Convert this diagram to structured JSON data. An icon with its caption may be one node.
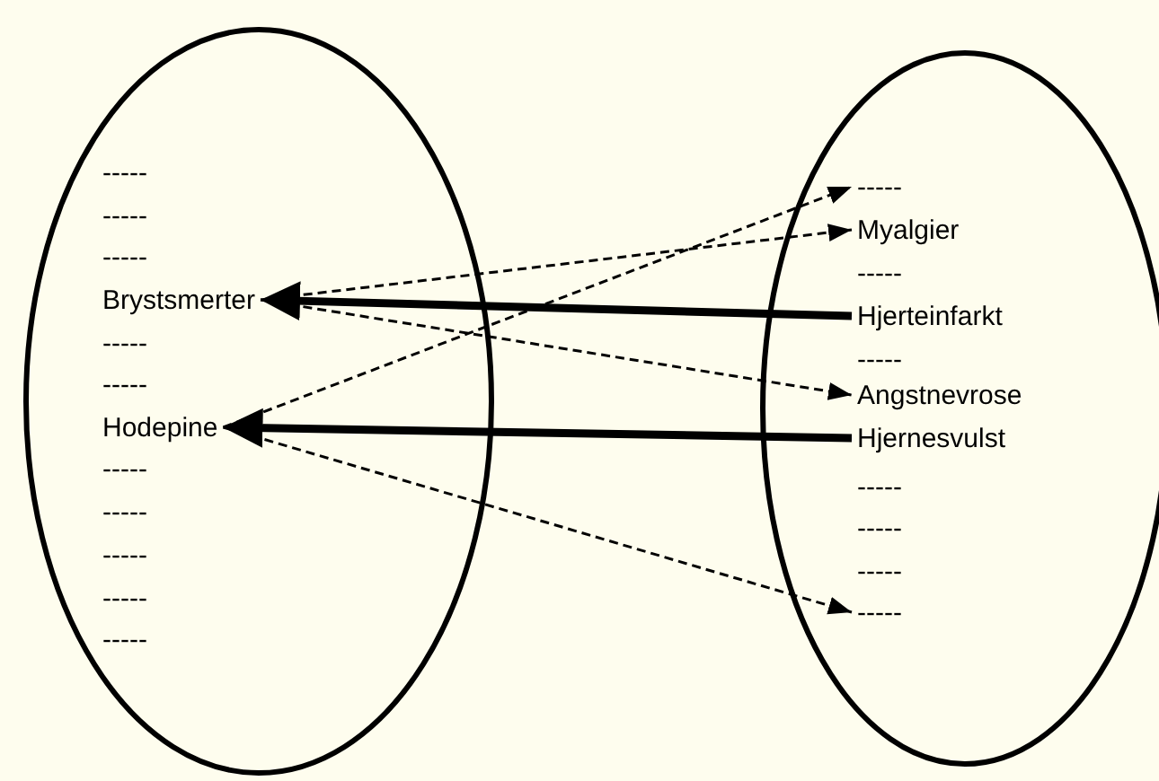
{
  "diagram": {
    "nodes": [
      {
        "text": [],
        "shape": "ellipse"
      },
      {
        "text": [
          "-----"
        ],
        "in": 0
      },
      {
        "text": [
          "-----"
        ],
        "in": 0
      },
      {
        "text": [
          "-----"
        ],
        "in": 0
      },
      {
        "text": [
          "Brystsmerter"
        ],
        "in": 0
      },
      {
        "text": [
          "-----"
        ],
        "in": 0
      },
      {
        "text": [
          "-----"
        ],
        "in": 0
      },
      {
        "text": [
          "Hodepine"
        ],
        "in": 0
      },
      {
        "text": [
          "-----"
        ],
        "in": 0
      },
      {
        "text": [
          "-----"
        ],
        "in": 0
      },
      {
        "text": [
          "-----"
        ],
        "in": 0
      },
      {
        "text": [
          "-----"
        ],
        "in": 0
      },
      {
        "text": [
          "-----"
        ],
        "in": 0
      },
      {
        "text": [],
        "shape": "ellipse"
      },
      {
        "text": [
          "-----"
        ],
        "in": 13
      },
      {
        "text": [
          "Myalgier"
        ],
        "in": 13
      },
      {
        "text": [
          "-----"
        ],
        "in": 13
      },
      {
        "text": [
          "Hjerteinfarkt"
        ],
        "in": 13
      },
      {
        "text": [
          "-----"
        ],
        "in": 13
      },
      {
        "text": [
          "Angstnevrose"
        ],
        "in": 13
      },
      {
        "text": [
          "Hjernesvulst"
        ],
        "in": 13
      },
      {
        "text": [
          "-----"
        ],
        "in": 13
      },
      {
        "text": [
          "-----"
        ],
        "in": 13
      },
      {
        "text": [
          "-----"
        ],
        "in": 13
      },
      {
        "text": [
          "-----"
        ],
        "in": 13
      }
    ],
    "edges": [
      {
        "from": 17,
        "to": 4,
        "arrow": "to",
        "style": "thick"
      },
      {
        "from": 20,
        "to": 7,
        "arrow": "to",
        "style": "thick"
      },
      {
        "from": 4,
        "to": 15,
        "arrow": "to",
        "style": "dashed"
      },
      {
        "from": 4,
        "to": 19,
        "arrow": "to",
        "style": "dashed"
      },
      {
        "from": 7,
        "to": 14,
        "arrow": "to",
        "style": "dashed"
      },
      {
        "from": 7,
        "to": 24,
        "arrow": "to",
        "style": "dashed"
      }
    ]
  }
}
